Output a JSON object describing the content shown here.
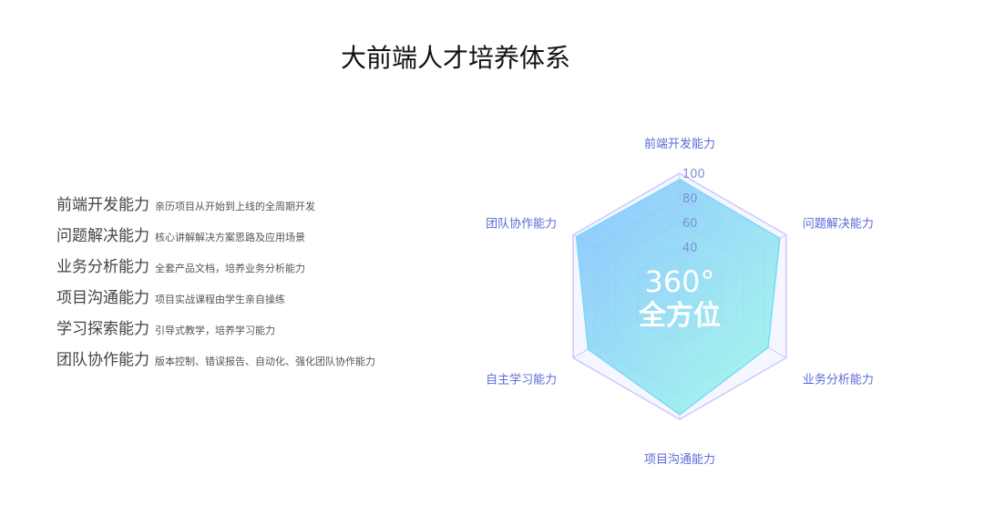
{
  "title": "大前端人才培养体系",
  "abilities": [
    {
      "name": "前端开发能力",
      "desc": "亲历项目从开始到上线的全周期开发"
    },
    {
      "name": "问题解决能力",
      "desc": "核心讲解解决方案思路及应用场景"
    },
    {
      "name": "业务分析能力",
      "desc": "全套产品文档，培养业务分析能力"
    },
    {
      "name": "项目沟通能力",
      "desc": "项目实战课程由学生亲自操练"
    },
    {
      "name": "学习探索能力",
      "desc": "引导式教学，培养学习能力"
    },
    {
      "name": "团队协作能力",
      "desc": "版本控制、错误报告、自动化、强化团队协作能力"
    }
  ],
  "chart_data": {
    "type": "radar",
    "categories": [
      "前端开发能力",
      "问题解决能力",
      "业务分析能力",
      "项目沟通能力",
      "自主学习能力",
      "团队协作能力"
    ],
    "values": [
      95,
      94,
      83,
      96,
      86,
      97
    ],
    "rings": [
      40,
      60,
      80,
      100
    ],
    "ring_labels": [
      "40",
      "60",
      "80",
      "100"
    ],
    "range": [
      0,
      100
    ],
    "center_text": {
      "line1": "360°",
      "line2": "全方位"
    },
    "colors": {
      "label": "#5b6bd6",
      "grid": "#c9caff",
      "fill_top": "#7fbfff",
      "fill_bottom": "#a0fbe8"
    }
  }
}
